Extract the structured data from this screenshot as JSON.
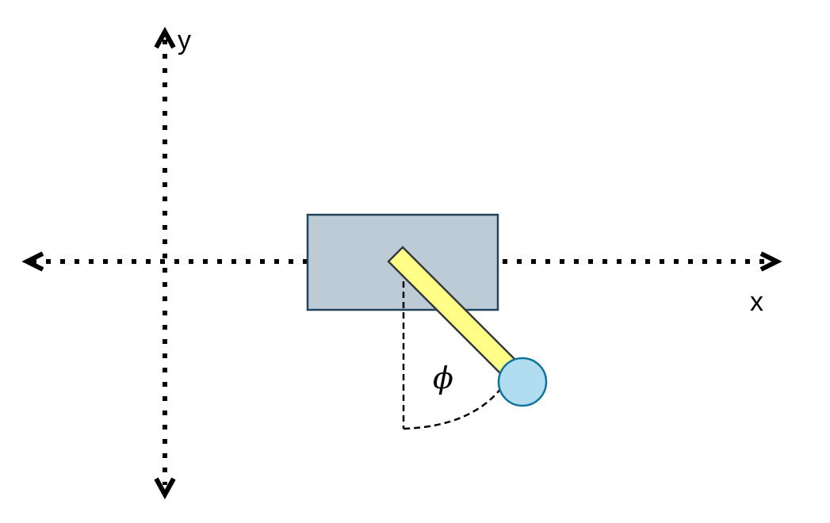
{
  "diagram": {
    "x_axis_label": "x",
    "y_axis_label": "y",
    "angle_label": "ϕ"
  },
  "colors": {
    "background": "#ffffff",
    "axis": "#000000",
    "cart_fill": "#bccbd6",
    "cart_stroke": "#23445d",
    "pole_fill": "#ffff88",
    "pole_stroke": "#36393d",
    "bob_fill": "#b1ddf0",
    "bob_stroke": "#10739e",
    "angle_arc": "#000000"
  },
  "icons": {
    "y_axis_arrow_up": "chevron-up-icon",
    "y_axis_arrow_down": "chevron-down-icon",
    "x_axis_arrow_left": "chevron-left-icon",
    "x_axis_arrow_right": "chevron-right-icon"
  }
}
